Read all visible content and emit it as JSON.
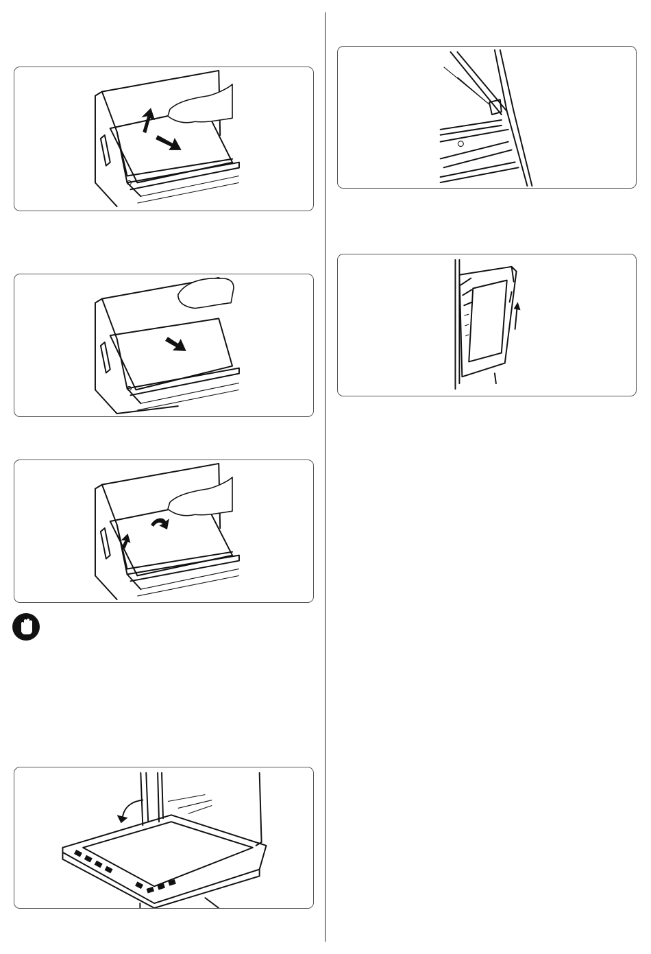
{
  "figures": [
    {
      "id": "fig-glass-lift",
      "icon": "lift-and-pull-arrows"
    },
    {
      "id": "fig-glass-pull-out",
      "icon": "pull-out-arrow"
    },
    {
      "id": "fig-glass-refit",
      "icon": "refit-arrows"
    },
    {
      "id": "fig-door-open-flat",
      "icon": "rotate-arrow"
    },
    {
      "id": "fig-hinge-detail",
      "icon": "hinge-lever"
    },
    {
      "id": "fig-door-close",
      "icon": "up-arrow"
    }
  ],
  "warning": {
    "icon": "stop-hand-icon"
  },
  "colors": {
    "line": "#111111",
    "frame": "#555555",
    "background": "#ffffff"
  }
}
